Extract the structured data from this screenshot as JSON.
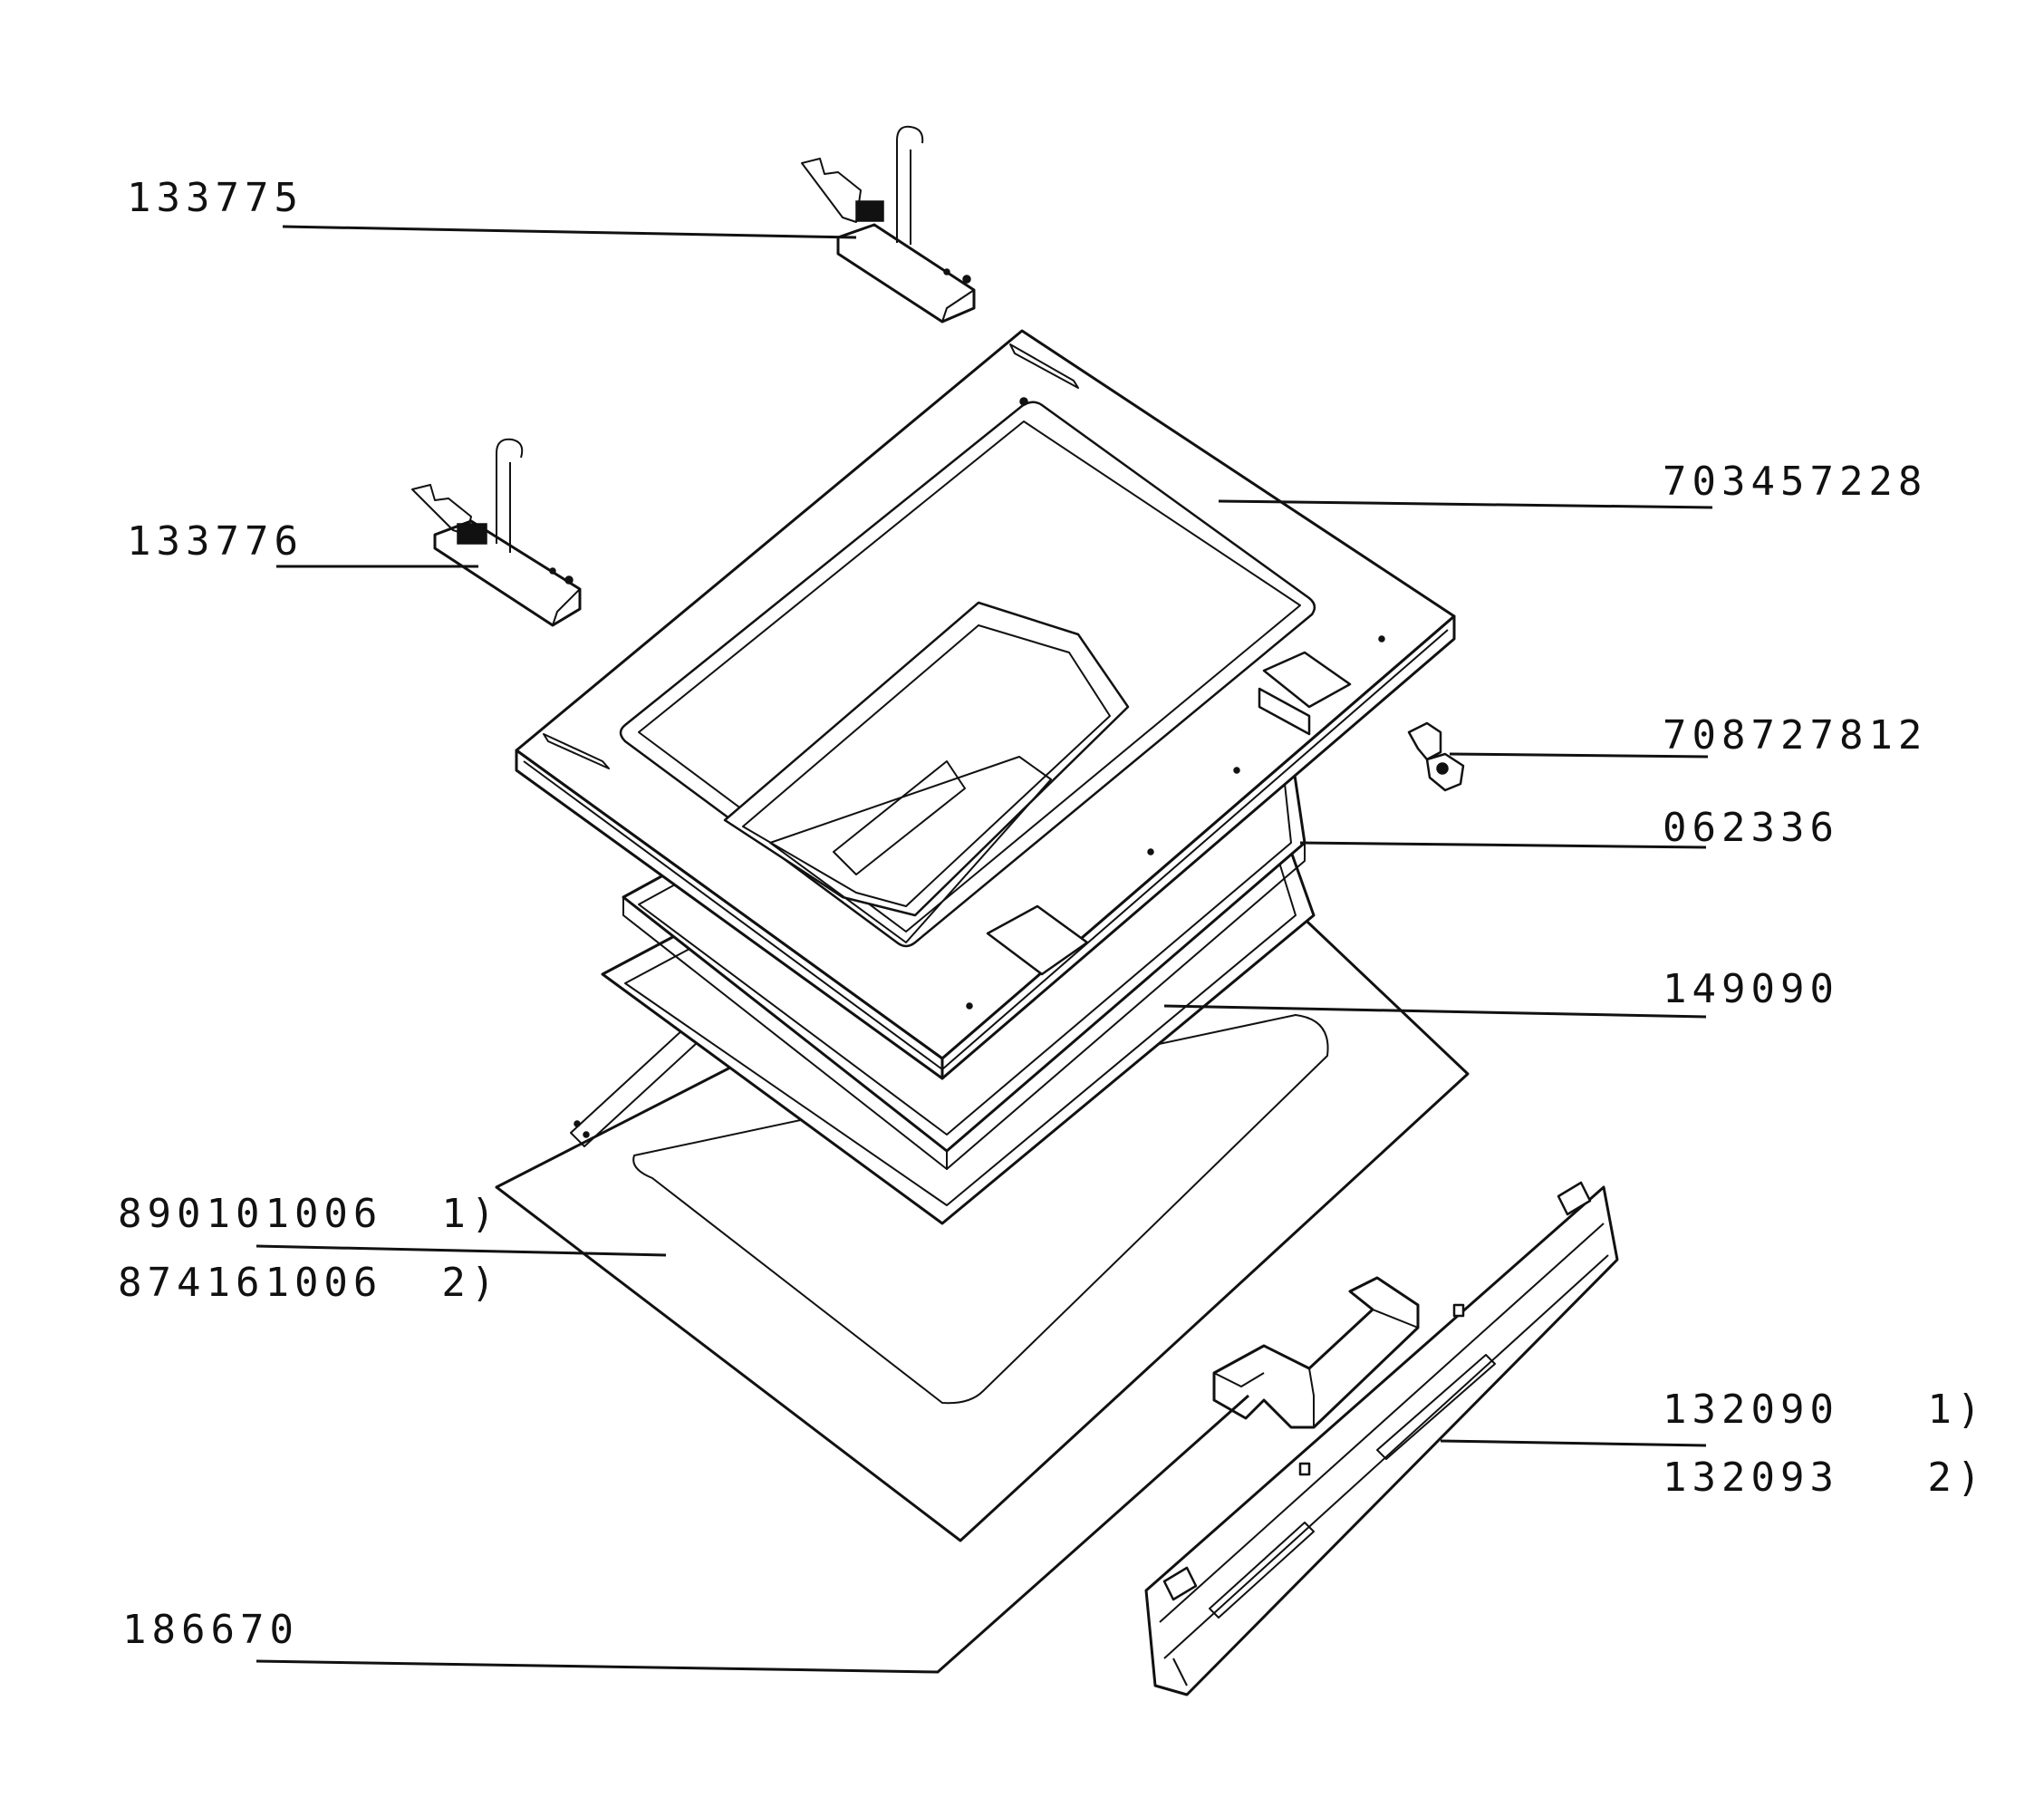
{
  "labels": {
    "hinge_right": "133775",
    "hinge_left": "133776",
    "door_frame": "703457228",
    "catch": "708727812",
    "gasket_frame": "062336",
    "inner_glass": "149090",
    "outer_glass_1": "890101006  1)",
    "outer_glass_2": "874161006  2)",
    "handle_1": "132090   1)",
    "handle_2": "132093   2)",
    "insulation_block": "186670"
  }
}
